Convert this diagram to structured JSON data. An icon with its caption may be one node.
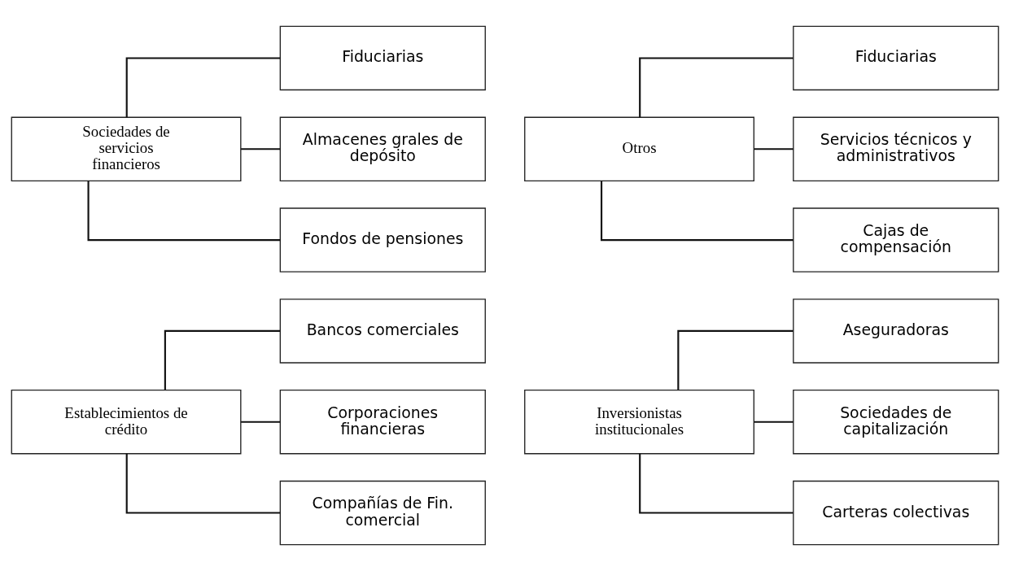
{
  "diagram": {
    "nodes": [
      {
        "text": [
          "Establecimientos de crédito"
        ]
      },
      {
        "text": [
          "Bancos comerciales"
        ]
      },
      {
        "text": [
          "Corporaciones financieras"
        ]
      },
      {
        "text": [
          "Compañías de Fin. comercial"
        ]
      },
      {
        "text": [
          "Inversionistas institucionales"
        ]
      },
      {
        "text": [
          "Aseguradoras"
        ]
      },
      {
        "text": [
          "Sociedades de capitalización"
        ]
      },
      {
        "text": [
          "Carteras colectivas"
        ]
      },
      {
        "text": [
          "Sociedades de servicios financieros"
        ]
      },
      {
        "text": [
          "Fiduciarias"
        ]
      },
      {
        "text": [
          "Almacenes grales de depósito"
        ]
      },
      {
        "text": [
          "Fondos de pensiones"
        ]
      },
      {
        "text": [
          "Otros"
        ]
      },
      {
        "text": [
          "Fiduciarias"
        ]
      },
      {
        "text": [
          "Servicios técnicos y administrativos"
        ]
      },
      {
        "text": [
          "Cajas de compensación"
        ]
      }
    ],
    "edges": [
      {
        "from": 0,
        "to": 1,
        "arrow": "none"
      },
      {
        "from": 0,
        "to": 2,
        "arrow": "none"
      },
      {
        "from": 0,
        "to": 3,
        "arrow": "none"
      },
      {
        "from": 4,
        "to": 5,
        "arrow": "none"
      },
      {
        "from": 4,
        "to": 6,
        "arrow": "none"
      },
      {
        "from": 4,
        "to": 7,
        "arrow": "none"
      },
      {
        "from": 8,
        "to": 9,
        "arrow": "none"
      },
      {
        "from": 8,
        "to": 10,
        "arrow": "none"
      },
      {
        "from": 8,
        "to": 11,
        "arrow": "none"
      },
      {
        "from": 12,
        "to": 13,
        "arrow": "none"
      },
      {
        "from": 12,
        "to": 14,
        "arrow": "none"
      },
      {
        "from": 12,
        "to": 15,
        "arrow": "none"
      }
    ]
  }
}
